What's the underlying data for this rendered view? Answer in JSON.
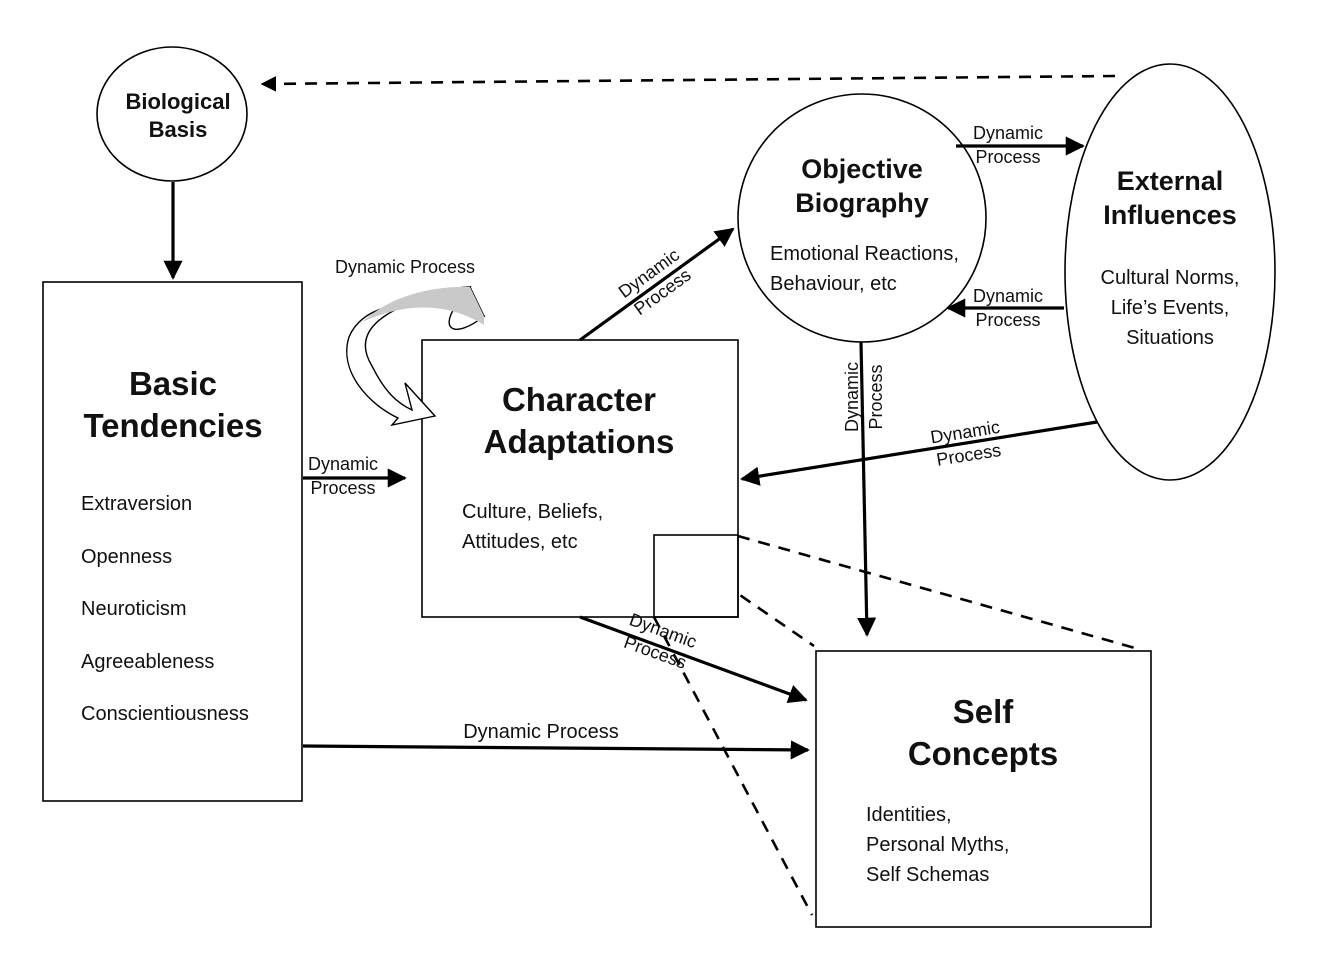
{
  "nodes": {
    "biological": {
      "title1": "Biological",
      "title2": "Basis"
    },
    "basic": {
      "title1": "Basic",
      "title2": "Tendencies",
      "items": [
        "Extraversion",
        "Openness",
        "Neuroticism",
        "Agreeableness",
        "Conscientiousness"
      ]
    },
    "character": {
      "title1": "Character",
      "title2": "Adaptations",
      "items": [
        "Culture, Beliefs,",
        "Attitudes, etc"
      ]
    },
    "objective": {
      "title1": "Objective",
      "title2": "Biography",
      "items": [
        "Emotional Reactions,",
        "Behaviour, etc"
      ]
    },
    "external": {
      "title1": "External",
      "title2": "Influences",
      "items": [
        "Cultural Norms,",
        "Life’s Events,",
        "Situations"
      ]
    },
    "self": {
      "title1": "Self",
      "title2": "Concepts",
      "items": [
        "Identities,",
        "Personal Myths,",
        "Self Schemas"
      ]
    }
  },
  "edges": {
    "self_loop": "Dynamic Process",
    "basic_to_character": {
      "l1": "Dynamic",
      "l2": "Process"
    },
    "character_to_objective": {
      "l1": "Dynamic",
      "l2": "Process"
    },
    "objective_to_external": {
      "l1": "Dynamic",
      "l2": "Process"
    },
    "external_to_objective": {
      "l1": "Dynamic",
      "l2": "Process"
    },
    "objective_to_self": {
      "l1": "Dynamic",
      "l2": "Process"
    },
    "external_to_character": {
      "l1": "Dynamic",
      "l2": "Process"
    },
    "character_to_self": {
      "l1": "Dynamic",
      "l2": "Process"
    },
    "basic_to_self": "Dynamic Process"
  }
}
